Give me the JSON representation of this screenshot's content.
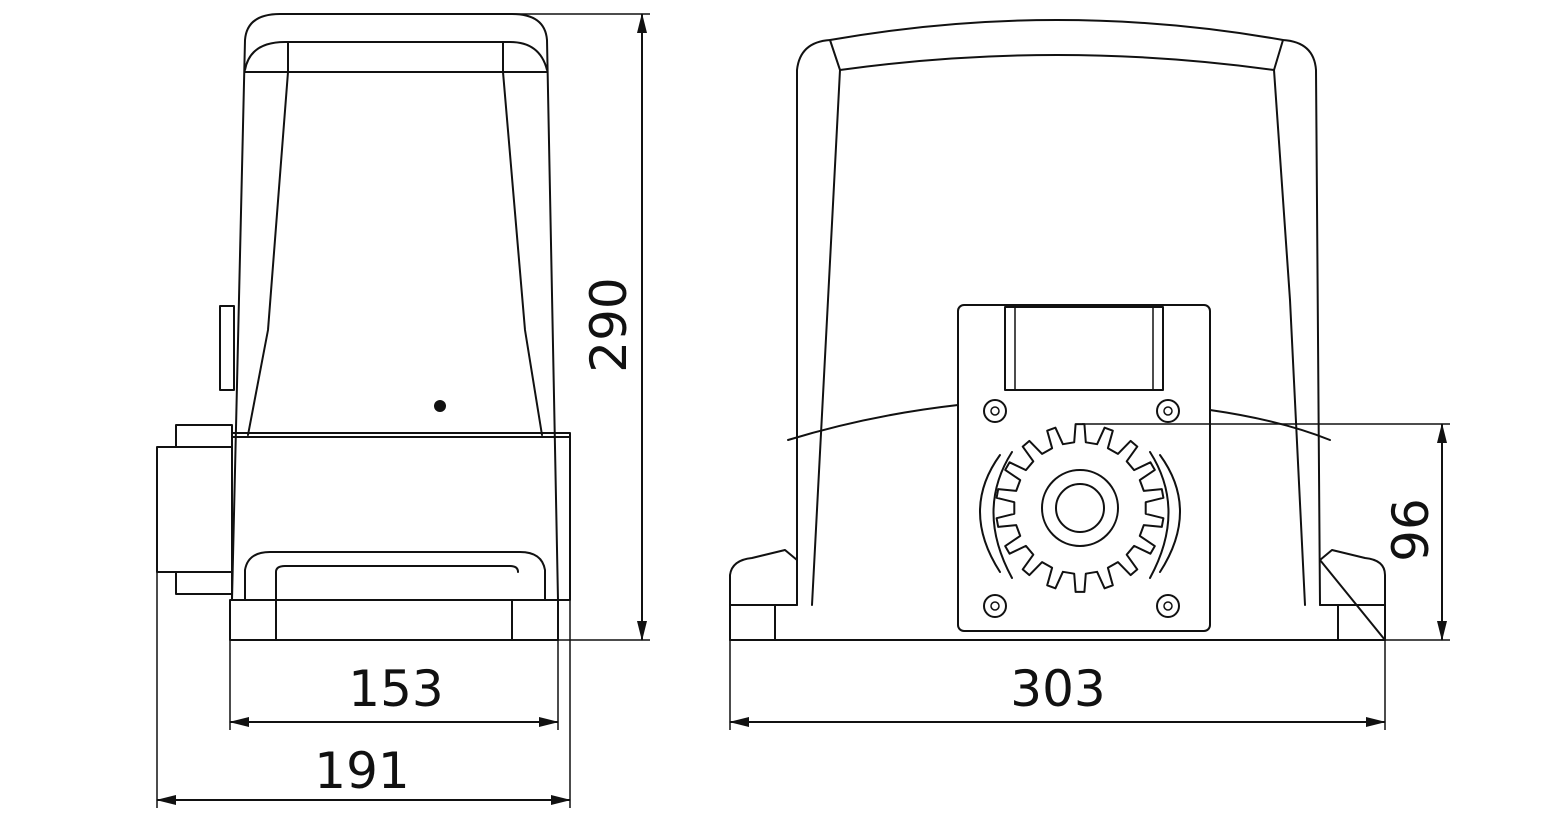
{
  "drawing": {
    "views": [
      "side-view",
      "front-view"
    ],
    "dimensions": {
      "height": "290",
      "base_depth": "153",
      "overall_depth": "191",
      "width": "303",
      "pinion_height": "96"
    },
    "gear": {
      "teeth": 18
    }
  }
}
